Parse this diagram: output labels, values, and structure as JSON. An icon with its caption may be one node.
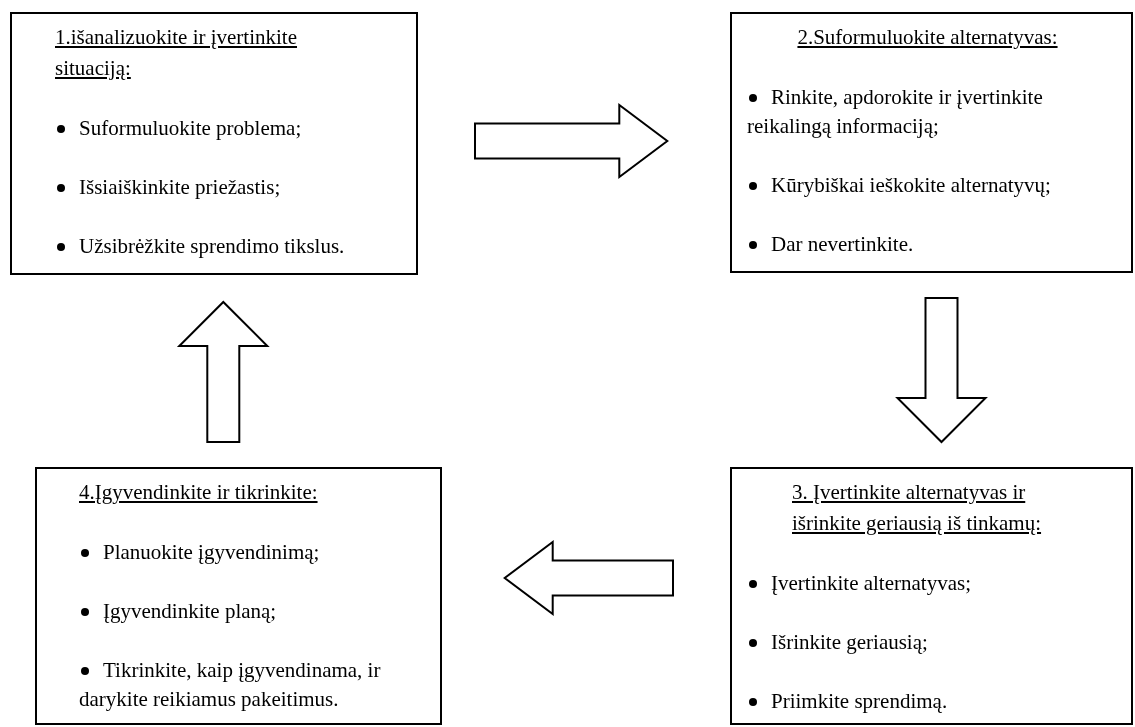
{
  "diagram": {
    "nodes": [
      {
        "text": [
          "1.išanalizuokite ir įvertinkite situaciją:",
          "Suformuluokite problema;",
          "Išsiaiškinkite priežastis;",
          "Užsibrėžkite sprendimo tikslus."
        ]
      },
      {
        "text": [
          "2.Suformuluokite alternatyvas:",
          "Rinkite, apdorokite ir įvertinkite reikalingą informaciją;",
          "Kūrybiškai ieškokite alternatyvų;",
          "Dar nevertinkite."
        ]
      },
      {
        "text": [
          "3. Įvertinkite alternatyvas ir išrinkite geriausią iš tinkamų:",
          "Įvertinkite alternatyvas;",
          "Išrinkite geriausią;",
          "Priimkite sprendimą."
        ]
      },
      {
        "text": [
          "4.Įgyvendinkite ir tikrinkite:",
          "Planuokite įgyvendinimą;",
          "Įgyvendinkite planą;",
          "Tikrinkite, kaip įgyvendinama, ir darykite reikiamus pakeitimus."
        ]
      }
    ],
    "edges": [
      {
        "from": 0,
        "to": 1,
        "arrow": "to"
      },
      {
        "from": 1,
        "to": 2,
        "arrow": "to"
      },
      {
        "from": 2,
        "to": 3,
        "arrow": "to"
      },
      {
        "from": 3,
        "to": 0,
        "arrow": "to"
      }
    ]
  }
}
